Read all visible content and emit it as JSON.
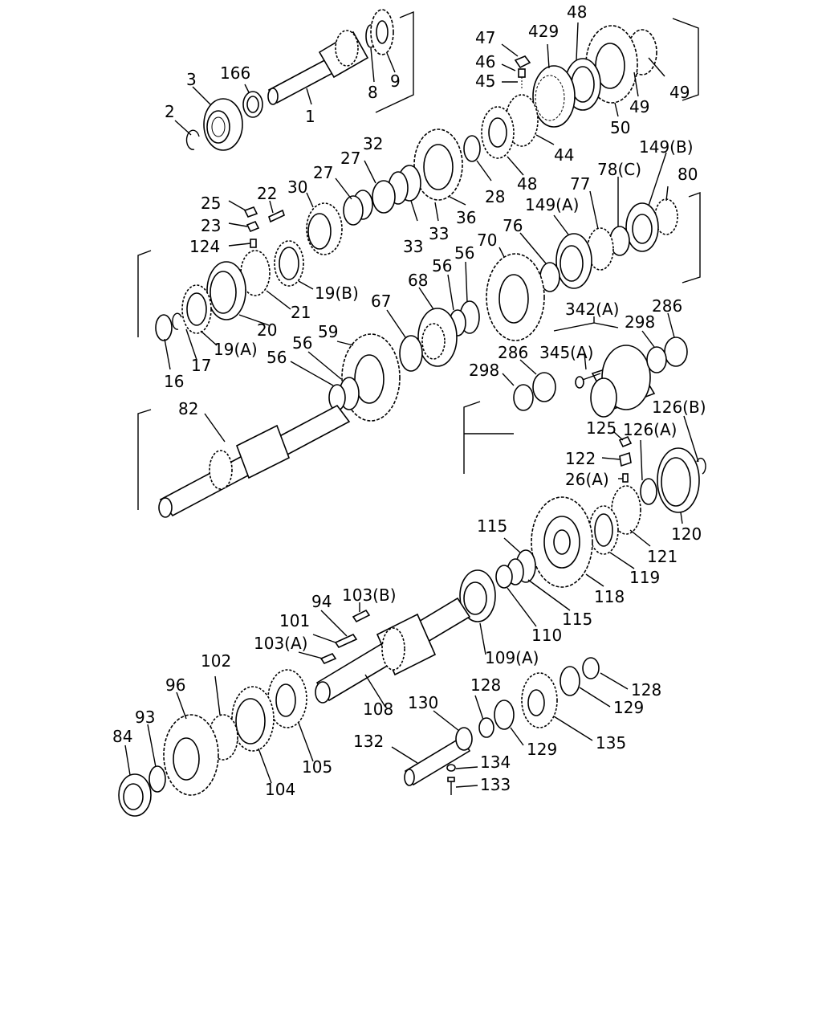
{
  "diagram": {
    "type": "exploded-parts-drawing",
    "callouts": {
      "c1": "1",
      "c2": "2",
      "c3": "3",
      "c8": "8",
      "c9": "9",
      "c166": "166",
      "c47": "47",
      "c46": "46",
      "c45": "45",
      "c429": "429",
      "c48a": "48",
      "c49a": "49",
      "c49b": "49",
      "c50": "50",
      "c44": "44",
      "c48b": "48",
      "c25": "25",
      "c22": "22",
      "c23": "23",
      "c124": "124",
      "c27a": "27",
      "c27b": "27",
      "c30": "30",
      "c32": "32",
      "c33a": "33",
      "c33b": "33",
      "c36": "36",
      "c28": "28",
      "c19b": "19(B)",
      "c19a": "19(A)",
      "c21": "21",
      "c20": "20",
      "c16": "16",
      "c17": "17",
      "c149b": "149(B)",
      "c149a": "149(A)",
      "c78c": "78(C)",
      "c77": "77",
      "c80": "80",
      "c76": "76",
      "c70": "70",
      "c56a": "56",
      "c56b": "56",
      "c68": "68",
      "c67": "67",
      "c59": "59",
      "c56c": "56",
      "c56d": "56",
      "c82": "82",
      "c342a": "342(A)",
      "c286a": "286",
      "c298a": "298",
      "c286b": "286",
      "c345a": "345(A)",
      "c298b": "298",
      "c126b": "126(B)",
      "c125": "125",
      "c126a": "126(A)",
      "c122": "122",
      "c26a": "26(A)",
      "c120": "120",
      "c121": "121",
      "c119": "119",
      "c118": "118",
      "c115a": "115",
      "c115b": "115",
      "c110": "110",
      "c109a": "109(A)",
      "c94": "94",
      "c103b": "103(B)",
      "c101": "101",
      "c103a": "103(A)",
      "c108": "108",
      "c102": "102",
      "c96": "96",
      "c93": "93",
      "c84": "84",
      "c104": "104",
      "c105": "105",
      "c128a": "128",
      "c130": "130",
      "c128b": "128",
      "c129a": "129",
      "c129b": "129",
      "c135": "135",
      "c132": "132",
      "c134": "134",
      "c133": "133"
    }
  }
}
